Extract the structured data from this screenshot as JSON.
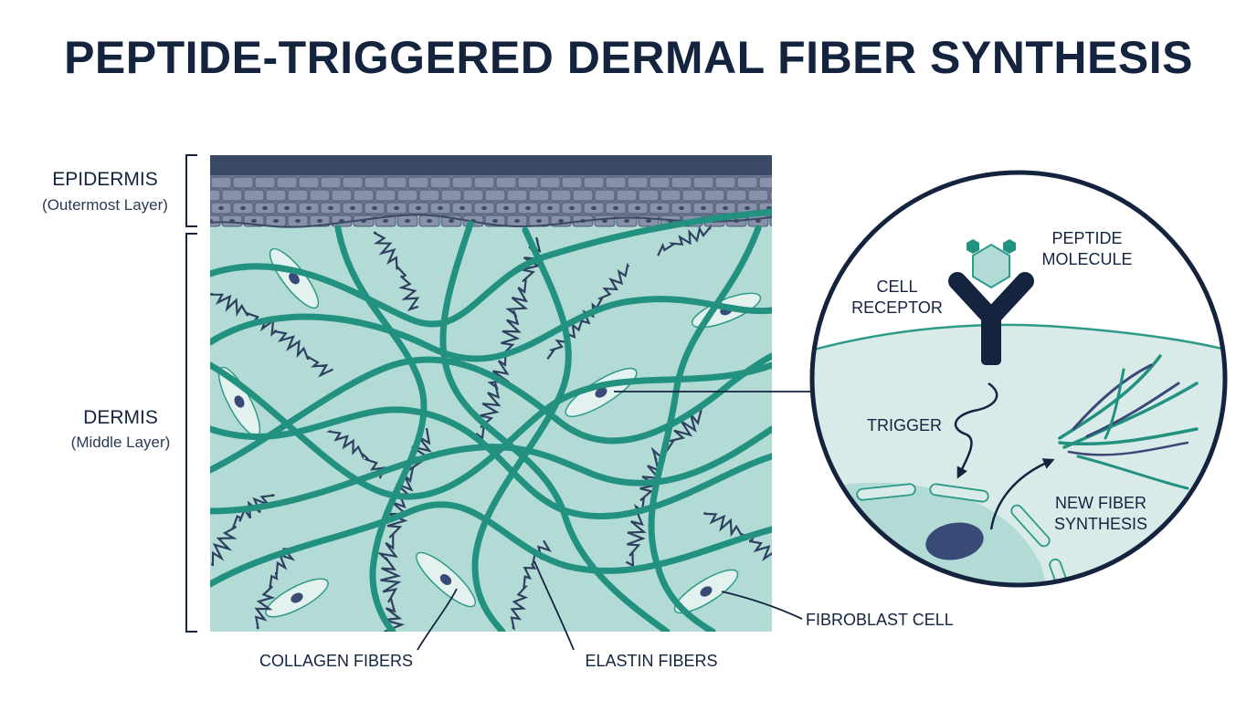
{
  "title": "PEPTIDE-TRIGGERED DERMAL FIBER SYNTHESIS",
  "layers": {
    "epidermis": {
      "name": "EPIDERMIS",
      "sub": "(Outermost Layer)"
    },
    "dermis": {
      "name": "DERMIS",
      "sub": "(Middle Layer)"
    }
  },
  "labels": {
    "collagen": "COLLAGEN FIBERS",
    "elastin": "ELASTIN FIBERS",
    "fibroblast": "FIBROBLAST CELL"
  },
  "inset": {
    "peptide": [
      "PEPTIDE",
      "MOLECULE"
    ],
    "receptor": [
      "CELL",
      "RECEPTOR"
    ],
    "trigger": "TRIGGER",
    "synthesis": [
      "NEW FIBER",
      "SYNTHESIS"
    ]
  },
  "colors": {
    "navy": "#14243f",
    "teal": "#23917f",
    "dermis_fill": "#b3dbd5",
    "epidermis_fill": "#6e7891",
    "fibroblast_fill": "#e3f2ef"
  }
}
